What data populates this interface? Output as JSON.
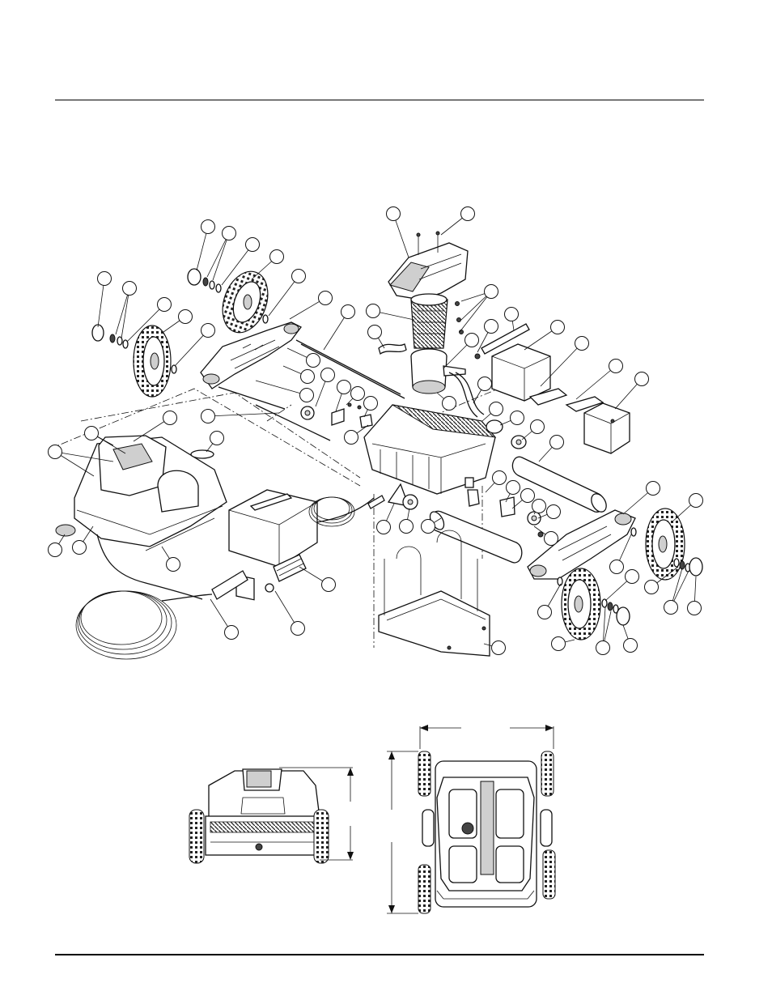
{
  "page": {
    "title": "",
    "footer": ""
  },
  "diagram": {
    "exploded_view": {
      "callout_count": 58,
      "callouts_labeled": false
    },
    "dimension_views": [
      "rear-view",
      "top-view"
    ]
  }
}
